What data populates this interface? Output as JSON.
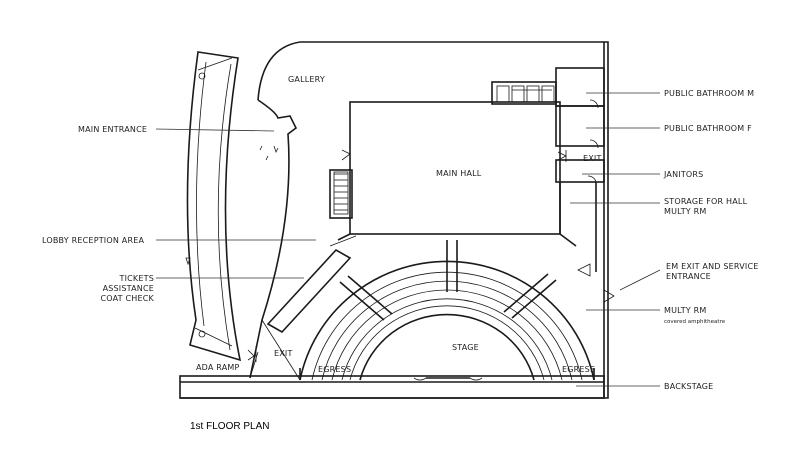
{
  "plan": {
    "title": "1st FLOOR PLAN",
    "rooms": {
      "gallery": "GALLERY",
      "main_hall": "MAIN HALL",
      "stage": "STAGE",
      "egress": "EGRESS",
      "exit": "EXIT",
      "ada_ramp": "ADA RAMP"
    },
    "callouts_left": {
      "main_entrance": "MAIN ENTRANCE",
      "lobby": "LOBBY RECEPTION AREA",
      "tickets_1": "TICKETS",
      "tickets_2": "ASSISTANCE",
      "tickets_3": "COAT CHECK"
    },
    "callouts_right": {
      "bath_m": "PUBLIC BATHROOM M",
      "bath_f": "PUBLIC BATHROOM F",
      "janitors": "JANITORS",
      "storage_1": "STORAGE FOR HALL",
      "storage_2": "MULTY RM",
      "em_exit_1": "EM EXIT AND SERVICE",
      "em_exit_2": "ENTRANCE",
      "multy_rm": "MULTY RM",
      "multy_rm_note": "covered amphitheatre",
      "backstage": "BACKSTAGE"
    }
  }
}
